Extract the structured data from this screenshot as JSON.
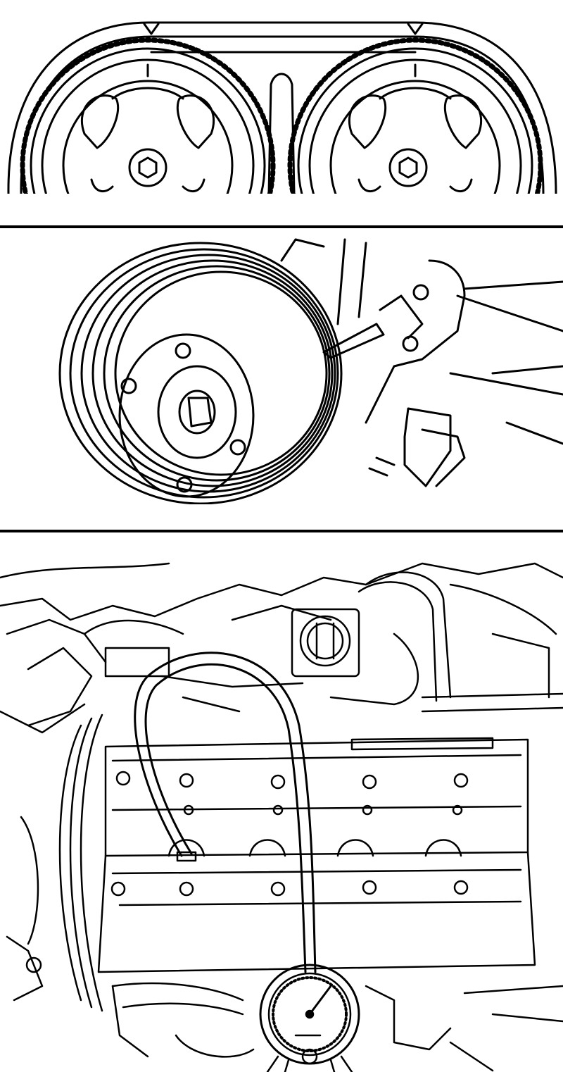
{
  "figure": {
    "panels": [
      {
        "id": "top",
        "subject": "camshaft-sprockets-with-timing-belt"
      },
      {
        "id": "middle",
        "subject": "crankshaft-pulley-with-timing-marks"
      },
      {
        "id": "bottom",
        "subject": "engine-top-with-compression-tester-gauge"
      }
    ]
  },
  "colors": {
    "line": "#000000",
    "background": "#ffffff"
  }
}
